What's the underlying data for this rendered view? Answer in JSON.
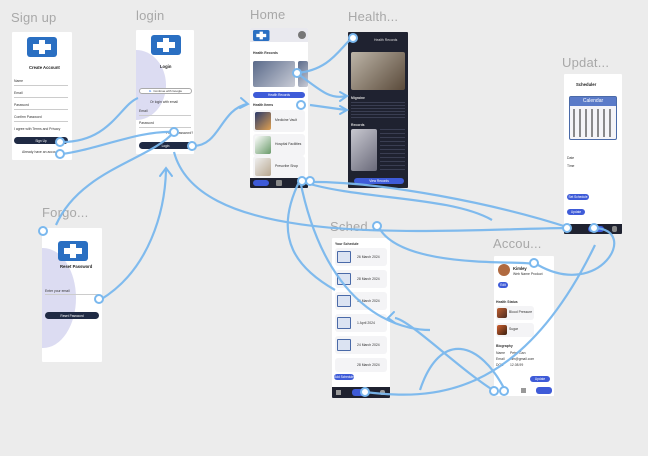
{
  "frames": {
    "signup": {
      "label": "Sign up",
      "heading": "Create Account",
      "fields": [
        "Name",
        "Email",
        "Password",
        "Confirm Password"
      ],
      "checkbox": "I agree with Terms and Privacy",
      "button": "Sign Up",
      "footer": "Already have an account?"
    },
    "login": {
      "label": "login",
      "heading": "Login",
      "google": "Continue with Google",
      "divider": "Or login with email",
      "fields": [
        "Email",
        "Password"
      ],
      "forgot": "Forgot password?",
      "button": "Login"
    },
    "home": {
      "label": "Home",
      "section1": "Health Records",
      "button": "Health Records",
      "section2": "Health Items",
      "items": [
        "Medicine Vault",
        "Hospital Facilities",
        "Prescribe Shop"
      ]
    },
    "health": {
      "label": "Health...",
      "heading": "Health Records",
      "section_migraine": "Migraine",
      "section_records": "Records",
      "button": "View Records"
    },
    "forgot": {
      "label": "Forgo...",
      "heading": "Reset Password",
      "field": "Enter your email",
      "button": "Reset Password"
    },
    "schedule": {
      "label": "Sched...",
      "heading": "Your Schedule",
      "items": [
        "26 March 2024",
        "28 March 2024",
        "30 March 2024",
        "1 April 2024",
        "24 March 2024",
        "28 March 2024"
      ],
      "button": "Add Schedule"
    },
    "account": {
      "label": "Accou...",
      "name": "Kimley",
      "subtitle": "Web Name Product",
      "edit": "Edit",
      "section": "Health Status",
      "items": [
        "Blood Pressure",
        "Sugar"
      ],
      "info_heading": "Biography",
      "info": [
        [
          "Name",
          "Peter Gan"
        ],
        [
          "Email",
          "kim@gmail.com"
        ],
        [
          "DOB",
          "12.08.99"
        ]
      ],
      "button": "Update"
    },
    "update": {
      "label": "Updat...",
      "heading": "Scheduler",
      "calendar_title": "Calendar",
      "fields": [
        "Date",
        "Time"
      ],
      "buttons": [
        "Set Schedule",
        "Update"
      ]
    }
  },
  "colors": {
    "accent": "#3e5bd8",
    "dark": "#1f2230",
    "wire": "#7ab8ee",
    "canvas": "#ececec"
  }
}
